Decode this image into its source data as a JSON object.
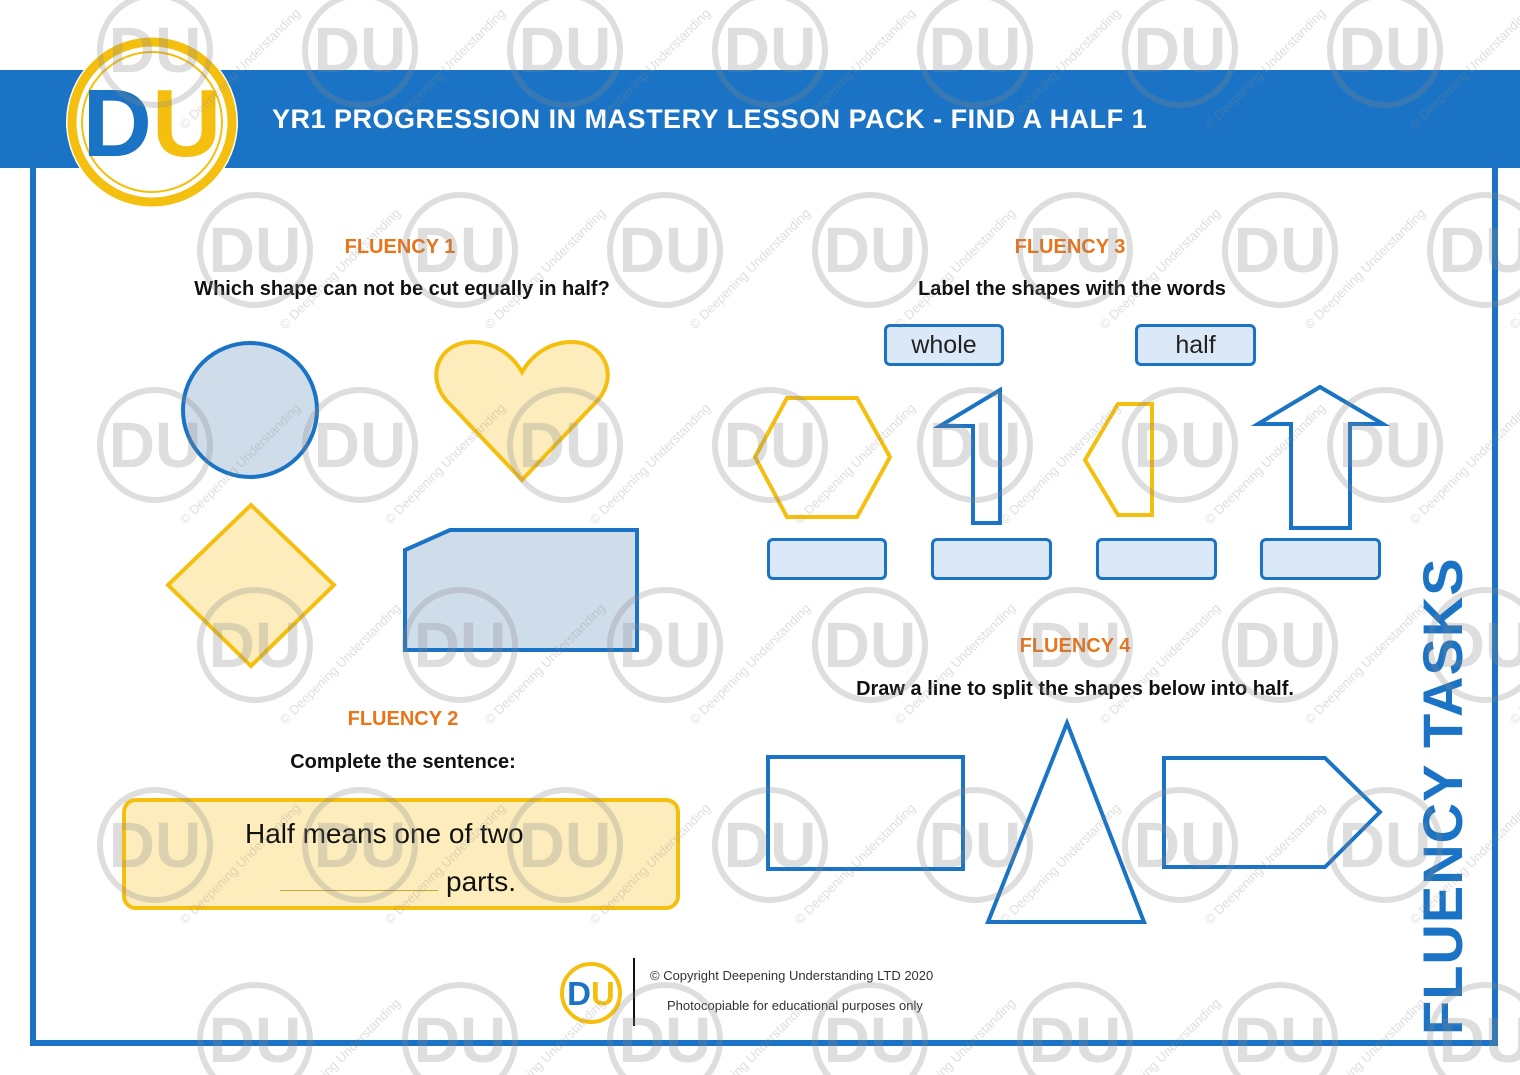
{
  "header": {
    "title": "YR1 PROGRESSION IN MASTERY LESSON PACK - FIND A HALF 1",
    "logo_text": "DU"
  },
  "fluency1": {
    "heading": "FLUENCY 1",
    "instruction": "Which shape can not be cut equally in half?"
  },
  "fluency2": {
    "heading": "FLUENCY 2",
    "instruction": "Complete the sentence:",
    "sentence_line1": "Half means one of two",
    "sentence_line2": "parts."
  },
  "fluency3": {
    "heading": "FLUENCY 3",
    "instruction": "Label the shapes with the words",
    "word1": "whole",
    "word2": "half"
  },
  "fluency4": {
    "heading": "FLUENCY 4",
    "instruction": "Draw a line to split the shapes below into half."
  },
  "side_label": "FLUENCY TASKS",
  "footer": {
    "logo_text": "DU",
    "copyright": "© Copyright Deepening Understanding LTD 2020",
    "note": "Photocopiable for educational purposes only"
  },
  "watermark": {
    "logo_text": "DU",
    "text": "© Deepening Understanding"
  },
  "colors": {
    "brand_blue": "#1a73c4",
    "brand_yellow": "#f5bf10",
    "heading_orange": "#e8751a",
    "light_blue_fill": "#dbe8f7",
    "light_yellow_fill": "#fdedbd"
  }
}
